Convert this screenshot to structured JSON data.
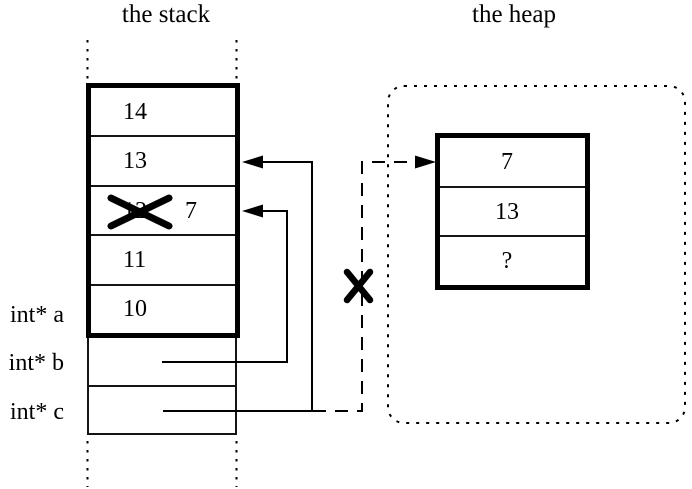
{
  "stack": {
    "title": "the stack",
    "frame_cells": [
      {
        "value": "14"
      },
      {
        "value": "13"
      },
      {
        "value": "12",
        "crossed_out": true,
        "new_value": "7"
      },
      {
        "value": "11"
      },
      {
        "value": "10"
      }
    ],
    "pointer_labels": [
      {
        "text": "int* a"
      },
      {
        "text": "int* b"
      },
      {
        "text": "int* c"
      }
    ]
  },
  "heap": {
    "title": "the heap",
    "cells": [
      {
        "value": "7"
      },
      {
        "value": "13"
      },
      {
        "value": "?"
      }
    ]
  },
  "colors": {
    "ink": "#000000",
    "background": "#ffffff"
  }
}
